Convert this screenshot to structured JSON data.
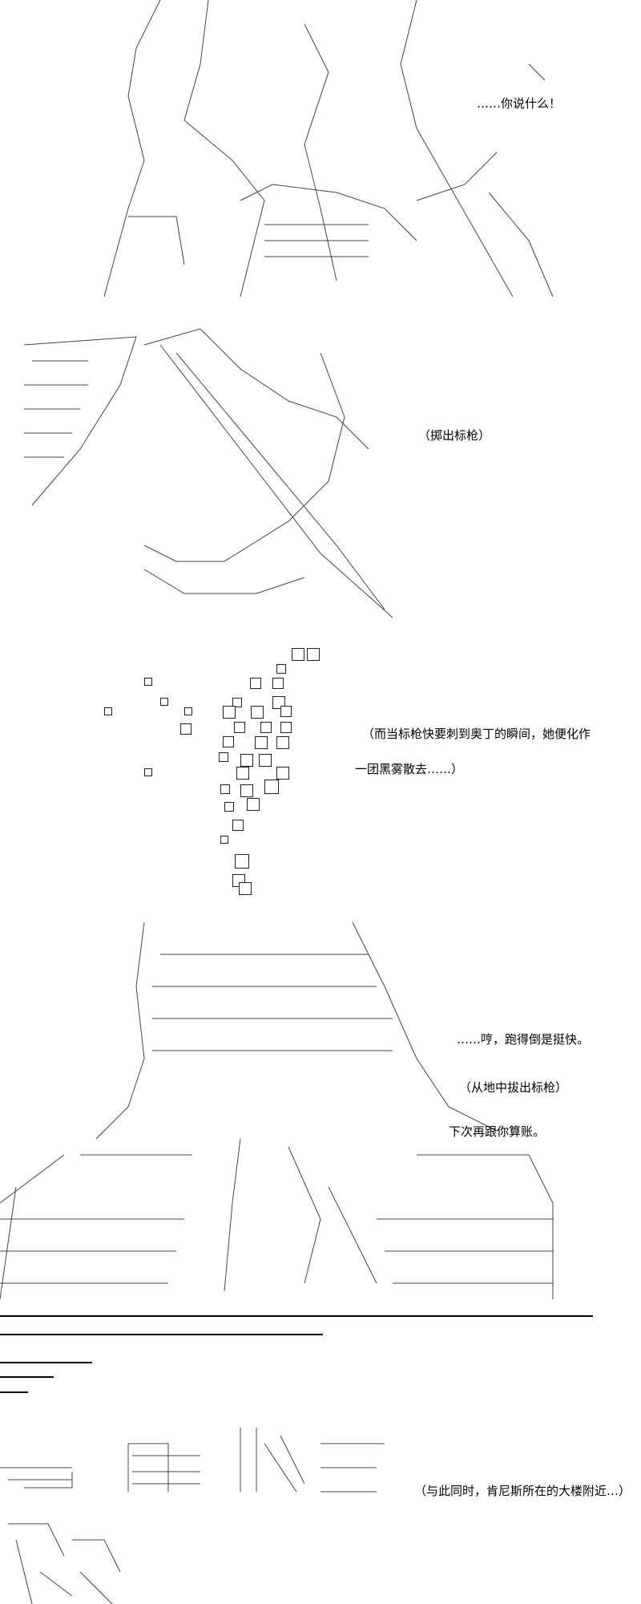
{
  "panels": [
    {
      "caption": "……你说什么！"
    },
    {
      "caption": "（掷出标枪）"
    },
    {
      "caption_lines": [
        "（而当标枪快要刺到奥丁的瞬间，她便化作",
        "一团黑雾散去……）"
      ]
    },
    {
      "captions": [
        "……哼，跑得倒是挺快。",
        "（从地中拔出标枪）",
        "下次再跟你算账。"
      ]
    },
    {
      "caption": "（与此同时，肯尼斯所在的大楼附近…）"
    }
  ]
}
